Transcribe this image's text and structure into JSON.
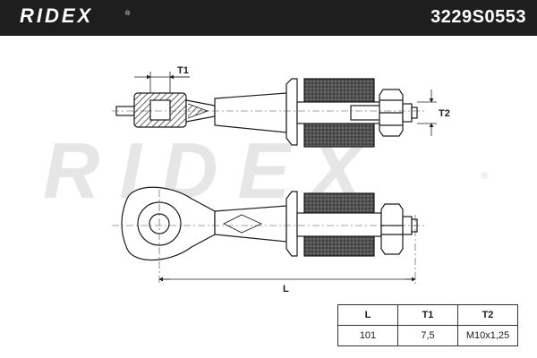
{
  "header": {
    "brand": "RIDEX",
    "brand_reg": "®",
    "part_number": "3229S0553"
  },
  "watermark": {
    "text": "RIDEX",
    "reg": "®"
  },
  "dimensions": {
    "t1": "T1",
    "t2": "T2",
    "l": "L"
  },
  "spec_table": {
    "headers": [
      "L",
      "T1",
      "T2"
    ],
    "values": [
      "101",
      "7,5",
      "M10x1,25"
    ]
  }
}
